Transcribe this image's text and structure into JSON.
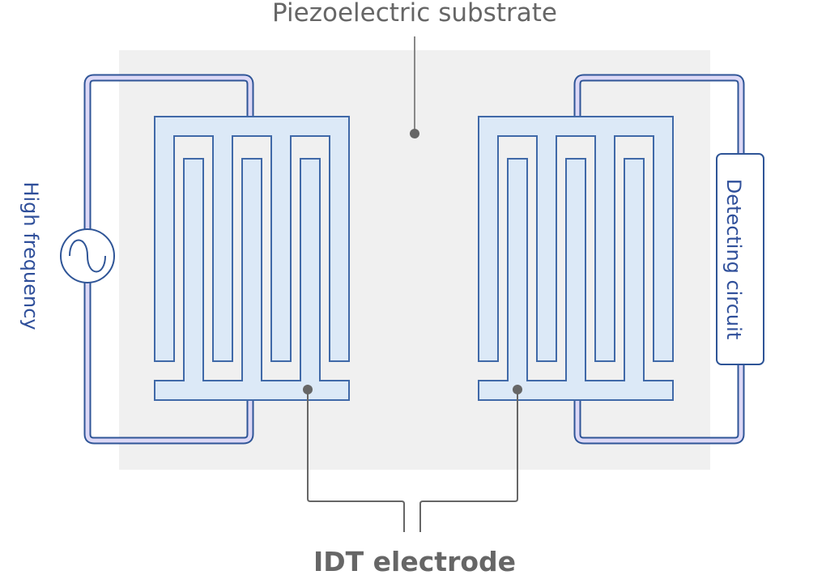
{
  "title_top": "Piezoelectric substrate",
  "title_bottom": "IDT electrode",
  "labels": {
    "source": "High frequency",
    "detector": "Detecting circuit"
  },
  "icons": {
    "source_symbol": "ac-source-icon"
  },
  "colors": {
    "substrate": "#f0f0f0",
    "electrode_fill": "#dce9f7",
    "electrode_stroke": "#4069a8",
    "wire_fill": "#dcd8f6",
    "wire_stroke": "#2f5597",
    "leader": "#666666",
    "label_blue": "#2f4f9a",
    "label_gray": "#666666"
  },
  "electrodes": [
    {
      "name": "left-idt",
      "fingers_per_comb": 4
    },
    {
      "name": "right-idt",
      "fingers_per_comb": 4
    }
  ]
}
